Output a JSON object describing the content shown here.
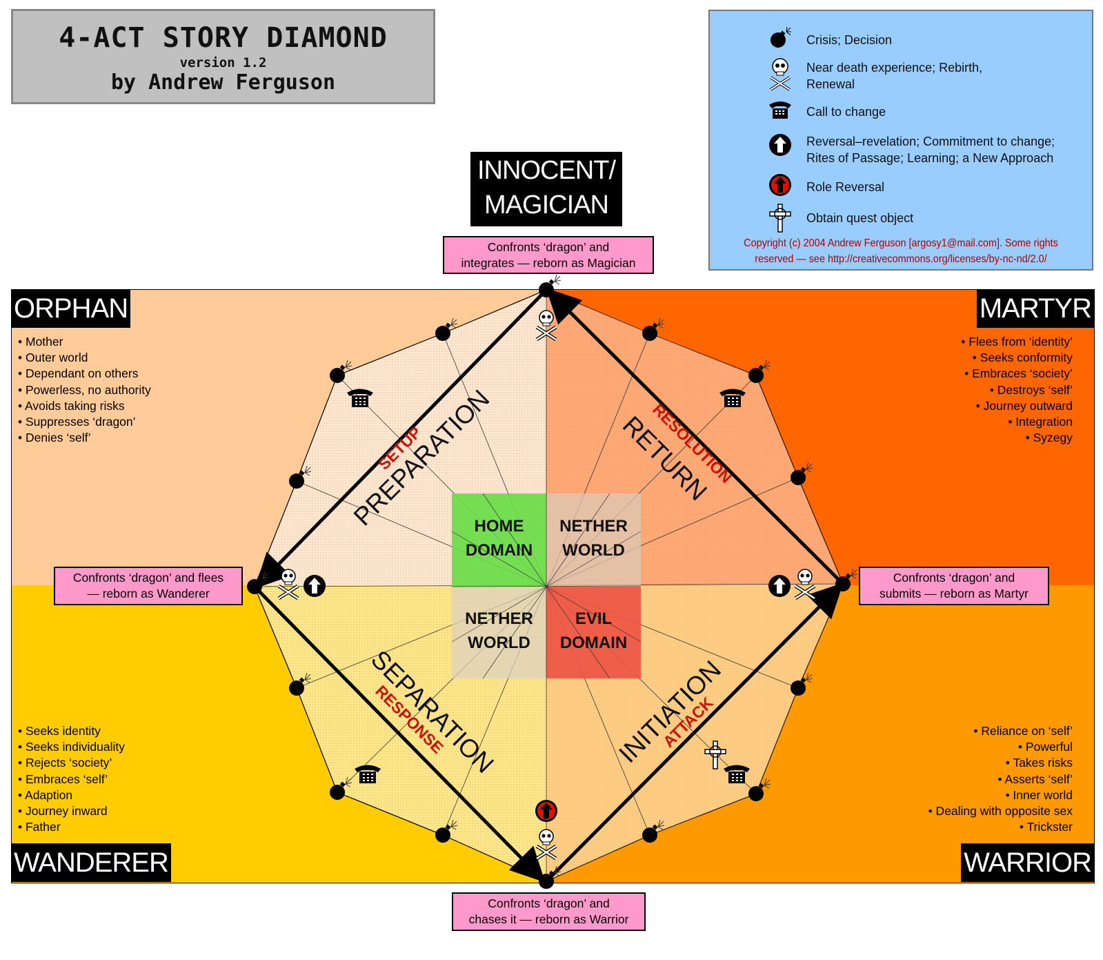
{
  "title": {
    "main": "4-ACT STORY DIAMOND",
    "version": "version 1.2",
    "author": "by Andrew Ferguson"
  },
  "legend": {
    "items": [
      {
        "icon": "bomb-icon",
        "text": "Crisis; Decision"
      },
      {
        "icon": "skull-crossbones-icon",
        "text": "Near death experience; Rebirth, Renewal"
      },
      {
        "icon": "telephone-icon",
        "text": "Call to change"
      },
      {
        "icon": "up-arrow-circle-icon",
        "text": "Reversal–revelation; Commitment to change; Rites of Passage; Learning; a New Approach"
      },
      {
        "icon": "red-up-arrow-circle-icon",
        "text": "Role Reversal"
      },
      {
        "icon": "celtic-cross-icon",
        "text": "Obtain quest object"
      }
    ],
    "copyright_line1": "Copyright (c) 2004 Andrew Ferguson [argosy1@mail.com]. Some rights",
    "copyright_line2": "reserved — see http://creativecommons.org/licenses/by-nc-nd/2.0/"
  },
  "archetypes": {
    "top": {
      "line1": "INNOCENT/",
      "line2": "MAGICIAN"
    },
    "orphan": "ORPHAN",
    "martyr": "MARTYR",
    "wanderer": "WANDERER",
    "warrior": "WARRIOR"
  },
  "confronts": {
    "top": {
      "line1": "Confronts ‘dragon’ and",
      "line2": "integrates — reborn as Magician"
    },
    "left": {
      "line1": "Confronts ‘dragon’ and flees",
      "line2": "— reborn as Wanderer"
    },
    "right": {
      "line1": "Confronts ‘dragon’ and",
      "line2": "submits — reborn as Martyr"
    },
    "bottom": {
      "line1": "Confronts ‘dragon’ and",
      "line2": "chases it — reborn as Warrior"
    }
  },
  "traits": {
    "orphan": [
      "• Mother",
      "• Outer world",
      "• Dependant on others",
      "• Powerless, no authority",
      "• Avoids taking risks",
      "• Suppresses ‘dragon’",
      "• Denies ‘self’"
    ],
    "martyr": [
      "• Flees from ‘identity’",
      "• Seeks conformity",
      "• Embraces ‘society’",
      "• Destroys ‘self’",
      "• Journey outward",
      "• Integration",
      "• Syzegy"
    ],
    "wanderer": [
      "• Seeks identity",
      "• Seeks individuality",
      "• Rejects ‘society’",
      "• Embraces ‘self’",
      "• Adaption",
      "• Journey inward",
      "• Father"
    ],
    "warrior": [
      "• Reliance on ‘self’",
      "• Powerful",
      "• Takes risks",
      "• Asserts ‘self’",
      "• Inner world",
      "• Dealing with opposite sex",
      "• Trickster"
    ]
  },
  "acts": {
    "setup": {
      "name": "PREPARATION",
      "tag": "SETUP"
    },
    "resolution": {
      "name": "RETURN",
      "tag": "RESOLUTION"
    },
    "response": {
      "name": "SEPARATION",
      "tag": "RESPONSE"
    },
    "attack": {
      "name": "INITIATION",
      "tag": "ATTACK"
    }
  },
  "domains": {
    "home": {
      "line1": "HOME",
      "line2": "DOMAIN"
    },
    "nether_top": {
      "line1": "NETHER",
      "line2": "WORLD"
    },
    "nether_bottom": {
      "line1": "NETHER",
      "line2": "WORLD"
    },
    "evil": {
      "line1": "EVIL",
      "line2": "DOMAIN"
    }
  },
  "colors": {
    "orphan_bg": "#ffcc99",
    "martyr_bg": "#ff6600",
    "wanderer_bg": "#ffcc00",
    "warrior_bg": "#ff9900",
    "legend_bg": "#99ccff",
    "pink_box": "#ff99cc",
    "home_domain": "#66dd44",
    "evil_domain": "#ee5544",
    "act_tag_red": "#cc1100"
  }
}
